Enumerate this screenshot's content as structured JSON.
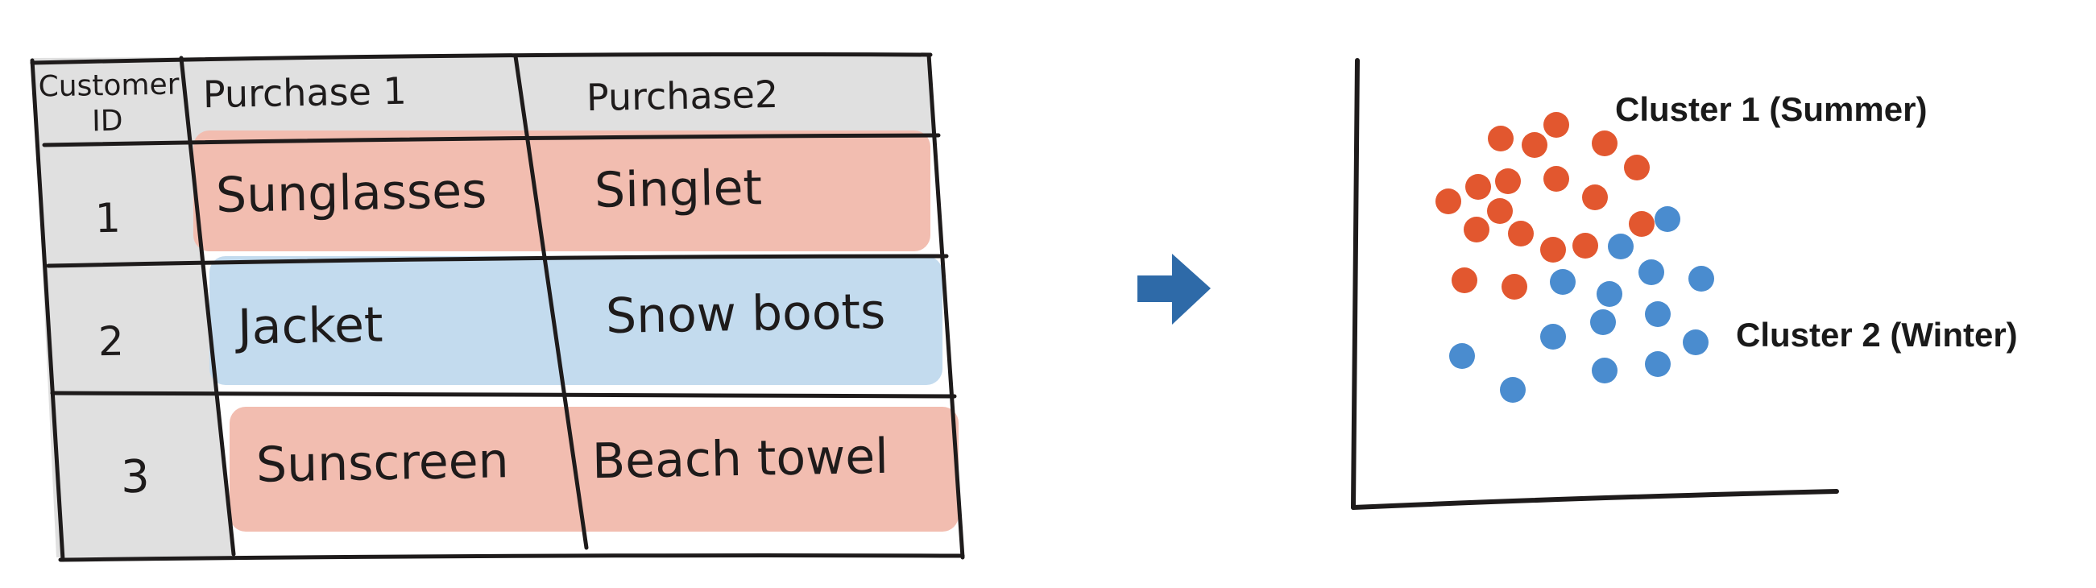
{
  "table": {
    "header": {
      "customer_id": "Customer ID",
      "purchase1": "Purchase 1",
      "purchase2": "Purchase2"
    },
    "rows": [
      {
        "id": "1",
        "purchase1": "Sunglasses",
        "purchase2": "Singlet",
        "cluster": "summer"
      },
      {
        "id": "2",
        "purchase1": "Jacket",
        "purchase2": "Snow boots",
        "cluster": "winter"
      },
      {
        "id": "3",
        "purchase1": "Sunscreen",
        "purchase2": "Beach towel",
        "cluster": "summer"
      }
    ]
  },
  "arrow_icon": "arrow-right-icon",
  "colors": {
    "summer": "#e2572f",
    "winter": "#4a8ccf",
    "summer_highlight": "#f2bdb0",
    "winter_highlight": "#c3dbee",
    "header_gray": "#e0e0e0",
    "arrow": "#2e6aa8",
    "ink": "#1e1b1b"
  },
  "clusters": {
    "summer_label": "Cluster 1 (Summer)",
    "winter_label": "Cluster 2 (Winter)"
  }
}
